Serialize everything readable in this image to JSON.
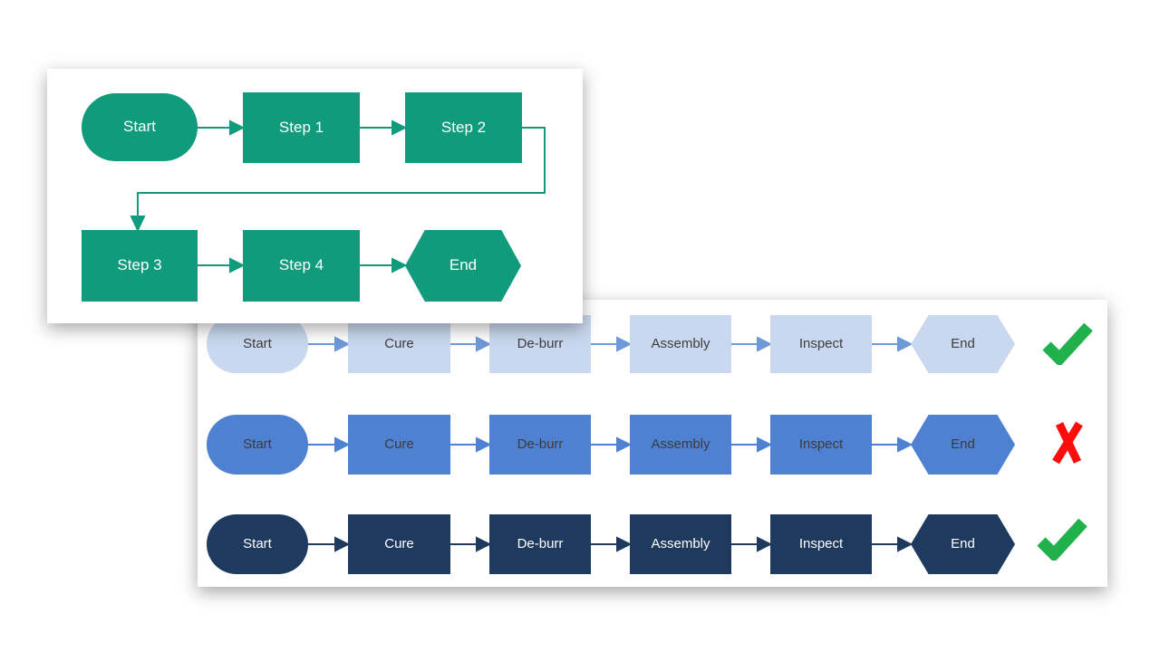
{
  "page": {
    "background": "#ffffff",
    "description": "Two flowchart graphics on white cards"
  },
  "top_flowchart": {
    "theme_color": "#0f9b7c",
    "text_color": "#ffffff",
    "nodes": {
      "start": "Start",
      "step1": "Step 1",
      "step2": "Step 2",
      "step3": "Step 3",
      "step4": "Step 4",
      "end": "End"
    },
    "flow": [
      "Start",
      "Step 1",
      "Step 2",
      "Step 3",
      "Step 4",
      "End"
    ]
  },
  "process_panel": {
    "columns": [
      "Start",
      "Cure",
      "De-burr",
      "Assembly",
      "Inspect",
      "End"
    ],
    "rows": [
      {
        "variant": "light-blue",
        "fill": "#c9d8ef",
        "text_color": "#3d3d3d",
        "arrow_color": "#6f98d8",
        "status": "pass",
        "status_icon": "checkmark-icon",
        "nodes": [
          "Start",
          "Cure",
          "De-burr",
          "Assembly",
          "Inspect",
          "End"
        ]
      },
      {
        "variant": "medium-blue",
        "fill": "#4e81d2",
        "text_color": "#3b3b3b",
        "arrow_color": "#4e81d2",
        "status": "fail",
        "status_icon": "x-icon",
        "nodes": [
          "Start",
          "Cure",
          "De-burr",
          "Assembly",
          "Inspect",
          "End"
        ]
      },
      {
        "variant": "dark-navy",
        "fill": "#1e3a5f",
        "text_color": "#ffffff",
        "arrow_color": "#1e3a5f",
        "status": "pass",
        "status_icon": "checkmark-icon",
        "nodes": [
          "Start",
          "Cure",
          "De-burr",
          "Assembly",
          "Inspect",
          "End"
        ]
      }
    ],
    "status_colors": {
      "pass": "#21b14c",
      "fail": "#fb0d0d"
    }
  }
}
